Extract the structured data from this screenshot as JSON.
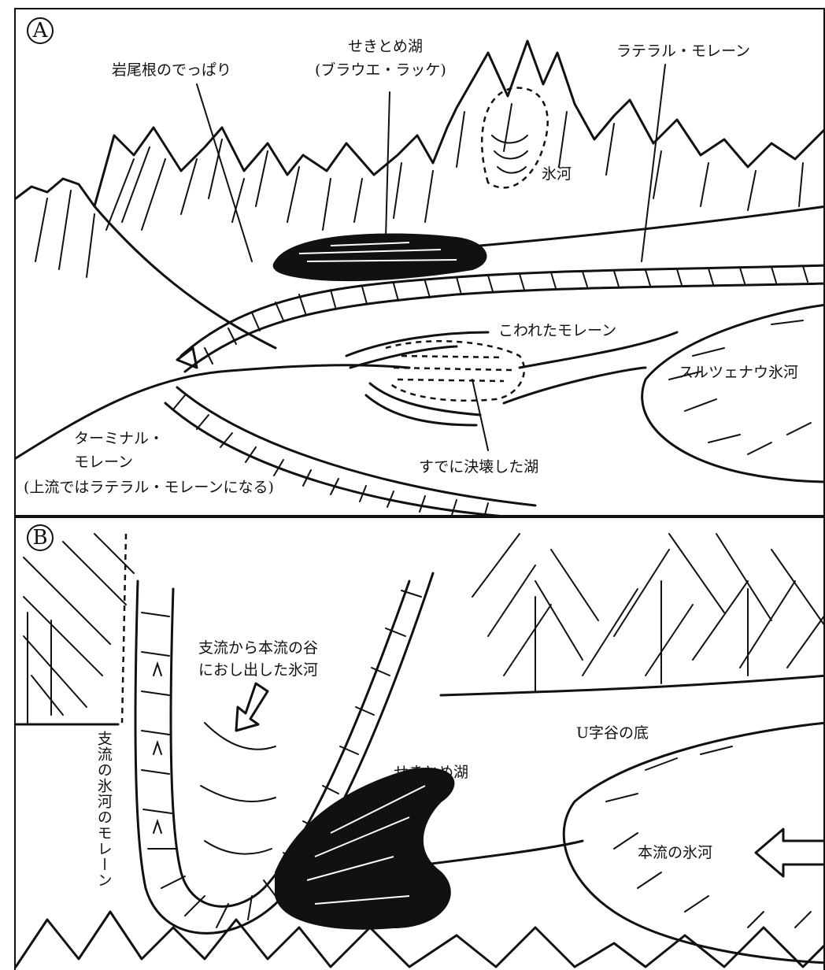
{
  "panel_a": {
    "marker": "A",
    "labels": {
      "rock_ridge": "岩尾根のでっぱり",
      "dammed_lake": "せきとめ湖",
      "dammed_lake_name": "(ブラウエ・ラッケ)",
      "lateral_moraine": "ラテラル・モレーン",
      "glacier": "氷河",
      "broken_moraine": "こわれたモレーン",
      "sulzenau_glacier": "スルツェナウ氷河",
      "terminal_moraine_1": "ターミナル・",
      "terminal_moraine_2": "モレーン",
      "terminal_note": "(上流ではラテラル・モレーンになる)",
      "burst_lake": "すでに決壊した湖"
    }
  },
  "panel_b": {
    "marker": "B",
    "labels": {
      "tributary_glacier_1": "支流から本流の谷",
      "tributary_glacier_2": "におし出した氷河",
      "u_valley_floor": "U字谷の底",
      "dammed_lake": "せきとめ湖",
      "tributary_moraine": "支流の氷河のモレーン",
      "main_glacier": "本流の氷河"
    }
  }
}
